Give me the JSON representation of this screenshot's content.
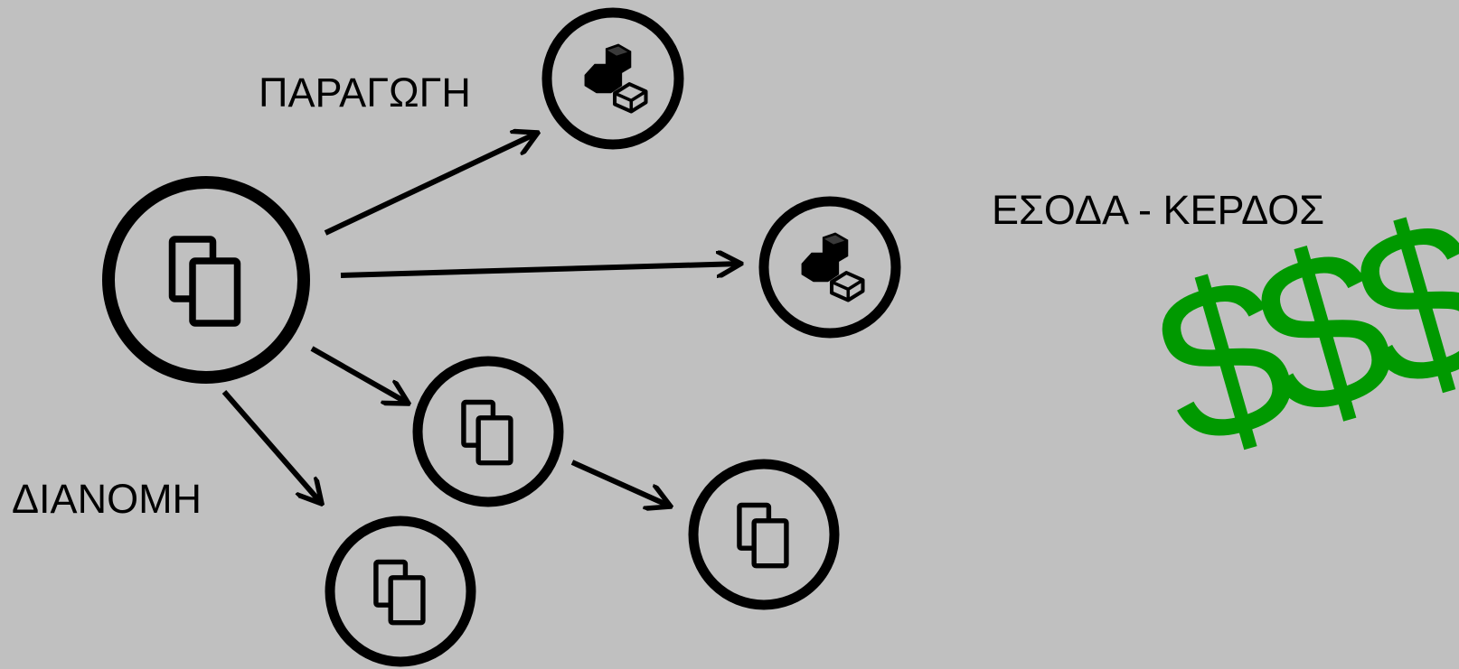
{
  "labels": {
    "production": "ΠΑΡΑΓΩΓΗ",
    "distribution": "ΔΙΑΝΟΜΗ",
    "income": "ΕΣΟΔΑ - ΚΕΡΔΟΣ",
    "money": "$$$"
  },
  "colors": {
    "background": "#c0c0c0",
    "stroke": "#000000",
    "money": "#009900"
  },
  "nodes": [
    {
      "id": "hub",
      "icon": "copy-icon"
    },
    {
      "id": "producer-1",
      "icon": "printer-icon"
    },
    {
      "id": "producer-2",
      "icon": "printer-icon"
    },
    {
      "id": "copy-1",
      "icon": "copy-icon"
    },
    {
      "id": "copy-2",
      "icon": "copy-icon"
    },
    {
      "id": "copy-3",
      "icon": "copy-icon"
    }
  ],
  "edges": [
    {
      "from": "hub",
      "to": "producer-1"
    },
    {
      "from": "hub",
      "to": "producer-2"
    },
    {
      "from": "hub",
      "to": "copy-1"
    },
    {
      "from": "hub",
      "to": "copy-3"
    },
    {
      "from": "copy-1",
      "to": "copy-2"
    }
  ]
}
